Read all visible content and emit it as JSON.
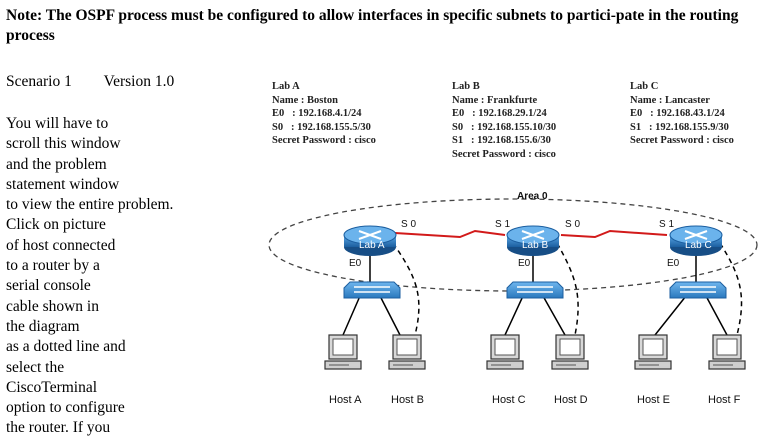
{
  "note": "Note: The OSPF process must be configured to allow interfaces in specific subnets to partici-pate in the routing process",
  "scenario": {
    "label": "Scenario 1",
    "version": "Version 1.0"
  },
  "instructions": "You will have to\nscroll this window\nand the problem\nstatement window\nto view the entire problem.\nClick on picture\n of host connected\nto a router by a\n serial console\ncable shown in\nthe diagram\nas a dotted line and\nselect the\nCiscoTerminal\noption to configure\nthe router. If you",
  "labs": [
    {
      "title": "Lab A",
      "name": "Name : Boston",
      "e0": "E0   : 192.168.4.1/24",
      "s": "S0   : 192.168.155.5/30",
      "password": "Secret Password : cisco"
    },
    {
      "title": "Lab B",
      "name": "Name : Frankfurte",
      "e0": "E0   : 192.168.29.1/24",
      "s0": "S0   : 192.168.155.10/30",
      "s1": "S1   : 192.168.155.6/30",
      "password": "Secret Password : cisco"
    },
    {
      "title": "Lab C",
      "name": "Name : Lancaster",
      "e0": "E0   : 192.168.43.1/24",
      "s": "S1   : 192.168.155.9/30",
      "password": "Secret Password : cisco"
    }
  ],
  "diagram": {
    "area": "Area 0",
    "routers": [
      {
        "name": "Lab A"
      },
      {
        "name": "Lab B"
      },
      {
        "name": "Lab C"
      }
    ],
    "interfaces": {
      "a_s0": "S 0",
      "b_s1": "S 1",
      "b_s0": "S 0",
      "c_s1": "S 1",
      "a_e0": "E0",
      "b_e0": "E0",
      "c_e0": "E0"
    },
    "hosts": [
      "Host A",
      "Host B",
      "Host C",
      "Host D",
      "Host E",
      "Host F"
    ],
    "colors": {
      "router": "#1f74c0",
      "switch": "#2f86d0",
      "serial_link": "#d21a1a",
      "host": "#cfcfcf"
    }
  }
}
